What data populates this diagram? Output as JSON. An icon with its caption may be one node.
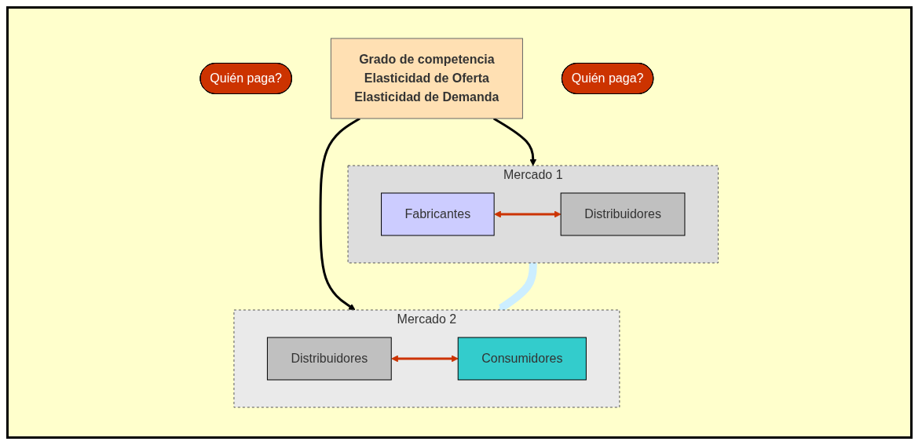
{
  "diagram": {
    "nodes": [
      {
        "text": [
          "Mercado 1"
        ]
      },
      {
        "text": [
          "Fabricantes"
        ],
        "in": 0
      },
      {
        "text": [
          "Distribuidores"
        ],
        "in": 0
      },
      {
        "text": [
          "Quién paga?"
        ]
      },
      {
        "text": [
          "Grado de competencia",
          "Elasticidad de Oferta",
          "Elasticidad de Demanda"
        ]
      },
      {
        "text": [
          "Mercado 2"
        ]
      },
      {
        "text": [
          "Distribuidores"
        ],
        "in": 5
      },
      {
        "text": [
          "Consumidores"
        ],
        "in": 5
      },
      {
        "text": [
          "Quién paga?"
        ]
      }
    ],
    "edges": [
      {
        "from": 1,
        "to": 2,
        "arrow": "both",
        "color": "#cc3300"
      },
      {
        "from": 4,
        "to": 0,
        "arrow": "to",
        "color": "#000000"
      },
      {
        "from": 4,
        "to": 5,
        "arrow": "to",
        "color": "#000000"
      },
      {
        "from": 0,
        "to": 5,
        "arrow": "to",
        "style": "thick",
        "color": "#cceeff"
      },
      {
        "from": 6,
        "to": 7,
        "arrow": "both",
        "color": "#cc3300"
      }
    ]
  }
}
